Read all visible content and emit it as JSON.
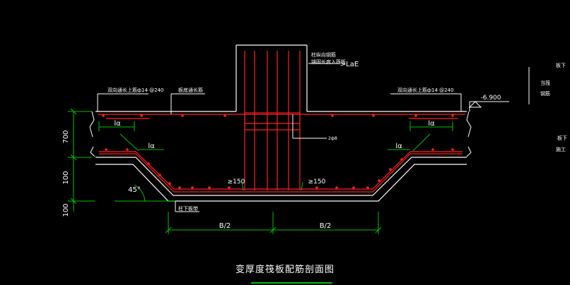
{
  "drawing": {
    "title": "变厚度筏板配筋剖面图",
    "elevation_label": "-6.900",
    "dim_left_top": "700",
    "dim_left_mid": "100",
    "dim_left_bottom": "100",
    "dim_half_left": "B/2",
    "dim_half_right": "B/2",
    "lap_labels": [
      "lα",
      "lα",
      "lα",
      "lα"
    ],
    "angle_label": "45°",
    "min_dist_left": "≥150",
    "min_dist_right": "≥150",
    "anchor_label": ">LaE",
    "note_column_bars": "柱纵向钢筋",
    "note_column_anchor": "锚固长度入筏板",
    "note_top_left": "双向通长上筋ф14 @240",
    "note_top_mid": "板底通长筋",
    "note_top_right": "双向通长上筋ф14 @240",
    "note_stirrup": "2ф8",
    "note_bottom": "柱下板带",
    "note_right_1": "板下",
    "note_right_2": "当筏",
    "note_right_3": "钢筋",
    "note_right_4": "板下",
    "note_right_5": "施工"
  },
  "colors": {
    "background": "#000000",
    "outline": "#ffffff",
    "rebar": "#ff2020",
    "dimension": "#00c000",
    "leader": "#ffffff"
  }
}
